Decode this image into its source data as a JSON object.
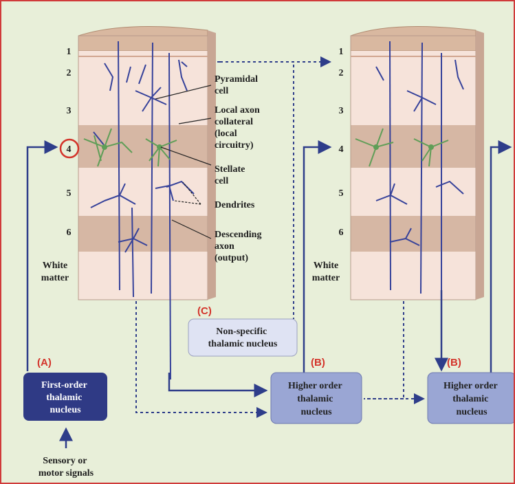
{
  "layers": [
    "1",
    "2",
    "3",
    "4",
    "5",
    "6"
  ],
  "white_matter": [
    "White",
    "matter"
  ],
  "cell_labels": {
    "pyramidal": [
      "Pyramidal",
      "cell"
    ],
    "local_axon": [
      "Local axon",
      "collateral",
      "(local",
      "circuitry)"
    ],
    "stellate": [
      "Stellate",
      "cell"
    ],
    "dendrites": [
      "Dendrites"
    ],
    "descending": [
      "Descending",
      "axon",
      "(output)"
    ]
  },
  "markers": {
    "a": "(A)",
    "b": "(B)",
    "c": "(C)"
  },
  "boxes": {
    "first_order": [
      "First-order",
      "thalamic",
      "nucleus"
    ],
    "non_specific": [
      "Non-specific",
      "thalamic nucleus"
    ],
    "higher_order": [
      "Higher order",
      "thalamic",
      "nucleus"
    ]
  },
  "input": [
    "Sensory or",
    "motor signals"
  ],
  "colors": {
    "border": "#d03a3a",
    "background": "#e8efd9",
    "pathway": "#2e3d8a",
    "first_order_box": "#2f3a85",
    "higher_order_box": "#9aa6d4",
    "non_specific_box": "#dfe3f3",
    "stellate_cells": "#5f9e57",
    "marker_red": "#d3332a"
  }
}
